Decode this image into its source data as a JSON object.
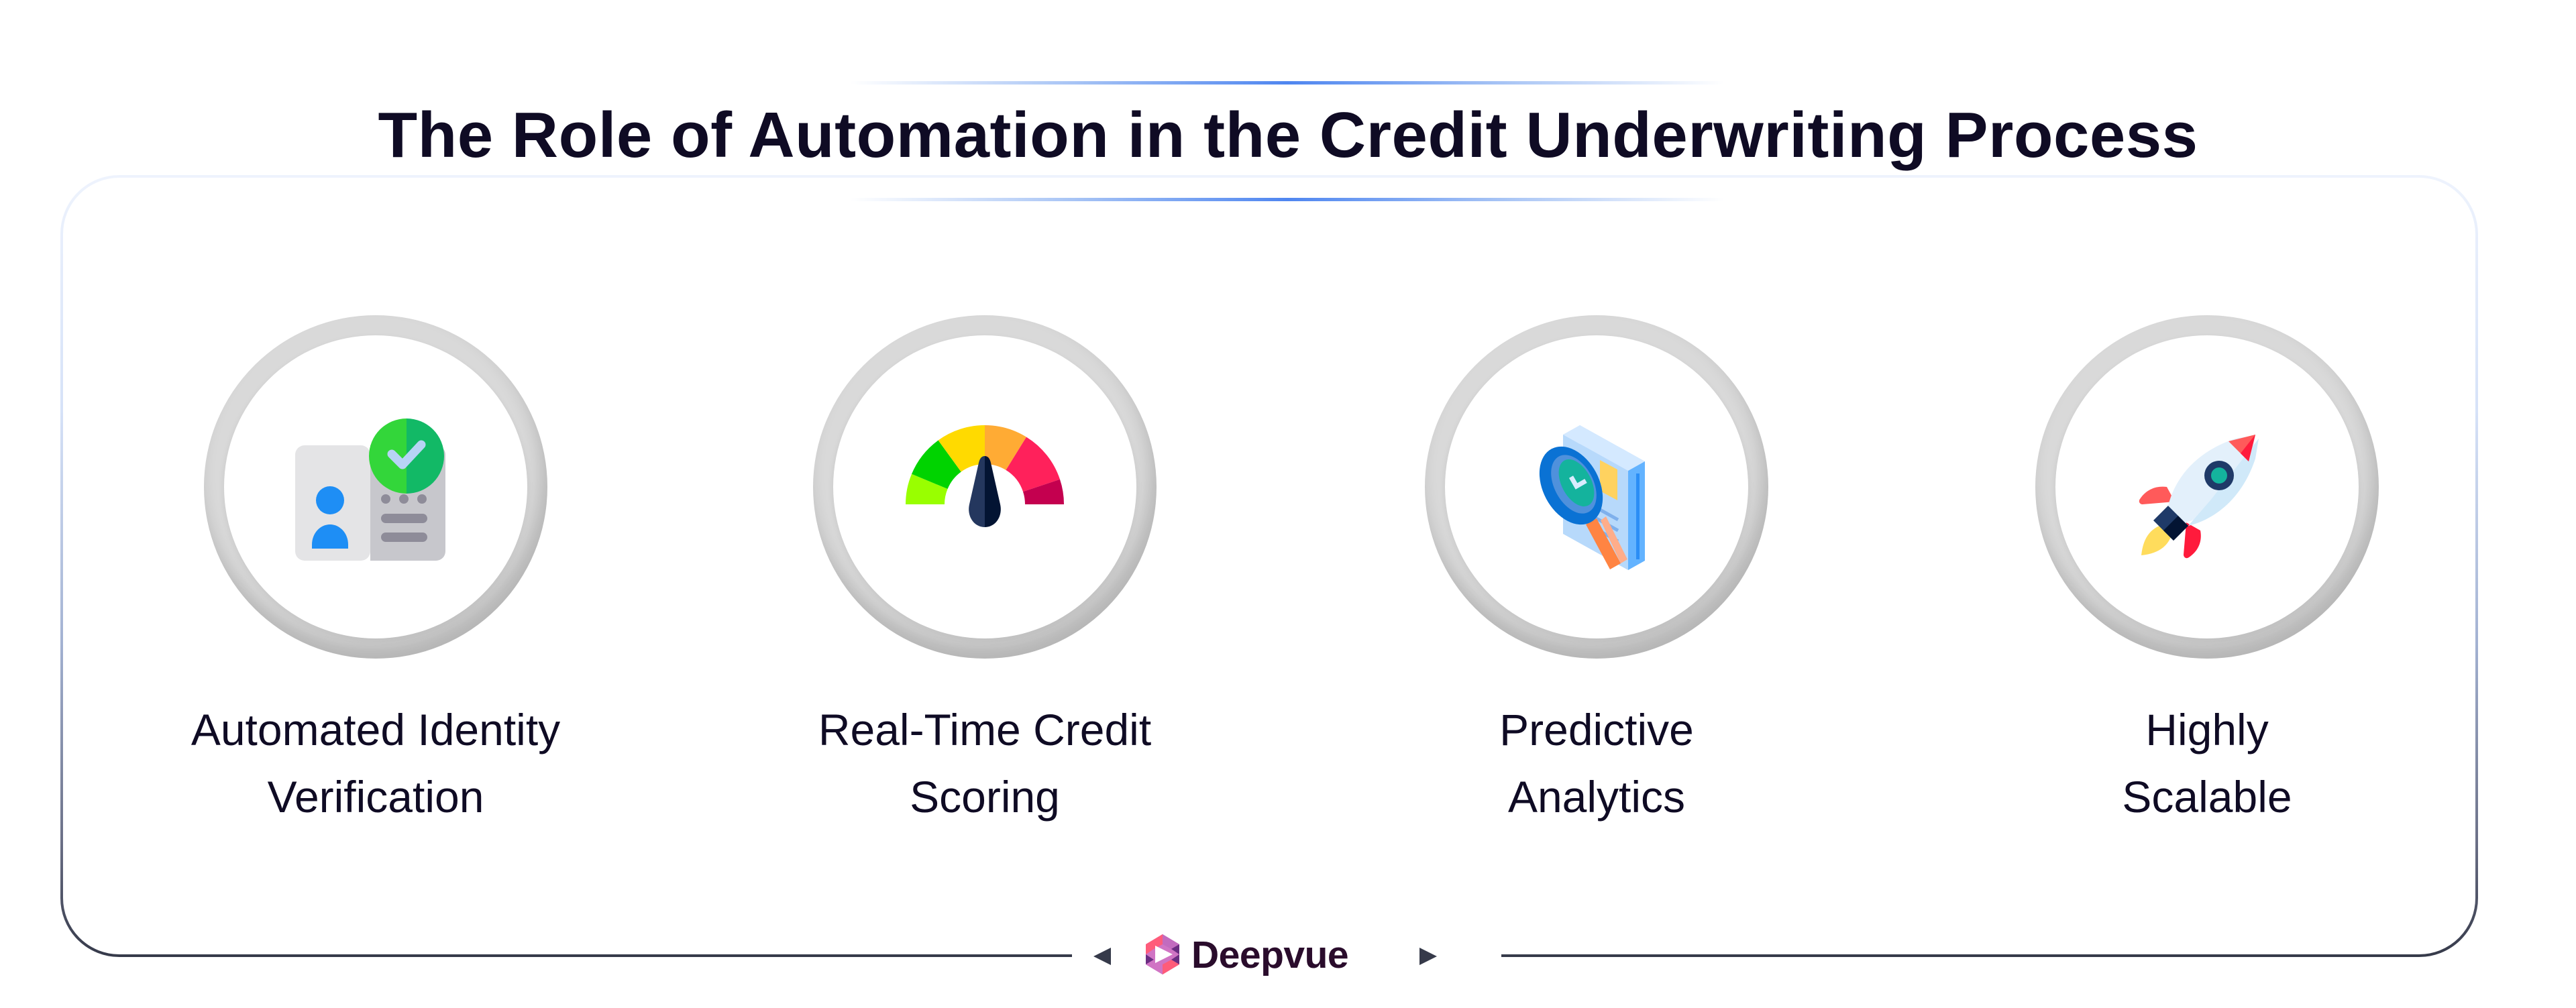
{
  "header": {
    "title": "The Role of Automation in the Credit Underwriting Process"
  },
  "features": [
    {
      "icon": "id-card-verified-icon",
      "label_line1": "Automated Identity",
      "label_line2": "Verification"
    },
    {
      "icon": "credit-score-gauge-icon",
      "label_line1": "Real-Time Credit",
      "label_line2": "Scoring"
    },
    {
      "icon": "document-magnifier-icon",
      "label_line1": "Predictive",
      "label_line2": "Analytics"
    },
    {
      "icon": "rocket-icon",
      "label_line1": "Highly",
      "label_line2": "Scalable"
    }
  ],
  "footer": {
    "brand": "Deepvue",
    "logo_icon": "deepvue-hexagon-logo-icon"
  },
  "colors": {
    "title": "#0f0b24",
    "accent_line": "#4f86f0",
    "frame_bottom": "#363a4a",
    "brand_text": "#2a0c2c"
  }
}
